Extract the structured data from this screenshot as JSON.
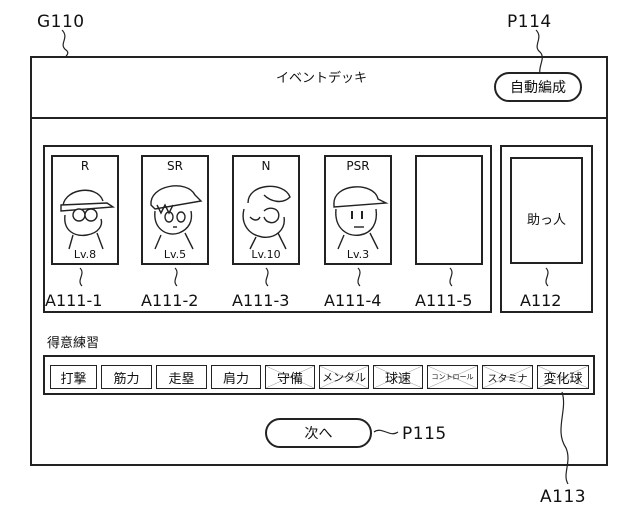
{
  "refs": {
    "screen": "G110",
    "auto_button": "P114",
    "next_button": "P115",
    "skills": "A113",
    "helper": "A112"
  },
  "header": {
    "title": "イベントデッキ",
    "auto_label": "自動編成"
  },
  "deck": {
    "cards": [
      {
        "rarity": "R",
        "level": "Lv.8",
        "ref": "A111-1"
      },
      {
        "rarity": "SR",
        "level": "Lv.5",
        "ref": "A111-2"
      },
      {
        "rarity": "N",
        "level": "Lv.10",
        "ref": "A111-3"
      },
      {
        "rarity": "PSR",
        "level": "Lv.3",
        "ref": "A111-4"
      },
      {
        "rarity": "",
        "level": "",
        "ref": "A111-5"
      }
    ],
    "helper_label": "助っ人"
  },
  "practice": {
    "label": "得意練習",
    "skills": [
      {
        "label": "打撃",
        "crossed": false
      },
      {
        "label": "筋力",
        "crossed": false
      },
      {
        "label": "走塁",
        "crossed": false
      },
      {
        "label": "肩力",
        "crossed": false
      },
      {
        "label": "守備",
        "crossed": true
      },
      {
        "label": "メンタル",
        "crossed": true
      },
      {
        "label": "球速",
        "crossed": true
      },
      {
        "label": "コントロール",
        "crossed": true
      },
      {
        "label": "スタミナ",
        "crossed": true
      },
      {
        "label": "変化球",
        "crossed": true
      }
    ]
  },
  "footer": {
    "next_label": "次へ"
  }
}
